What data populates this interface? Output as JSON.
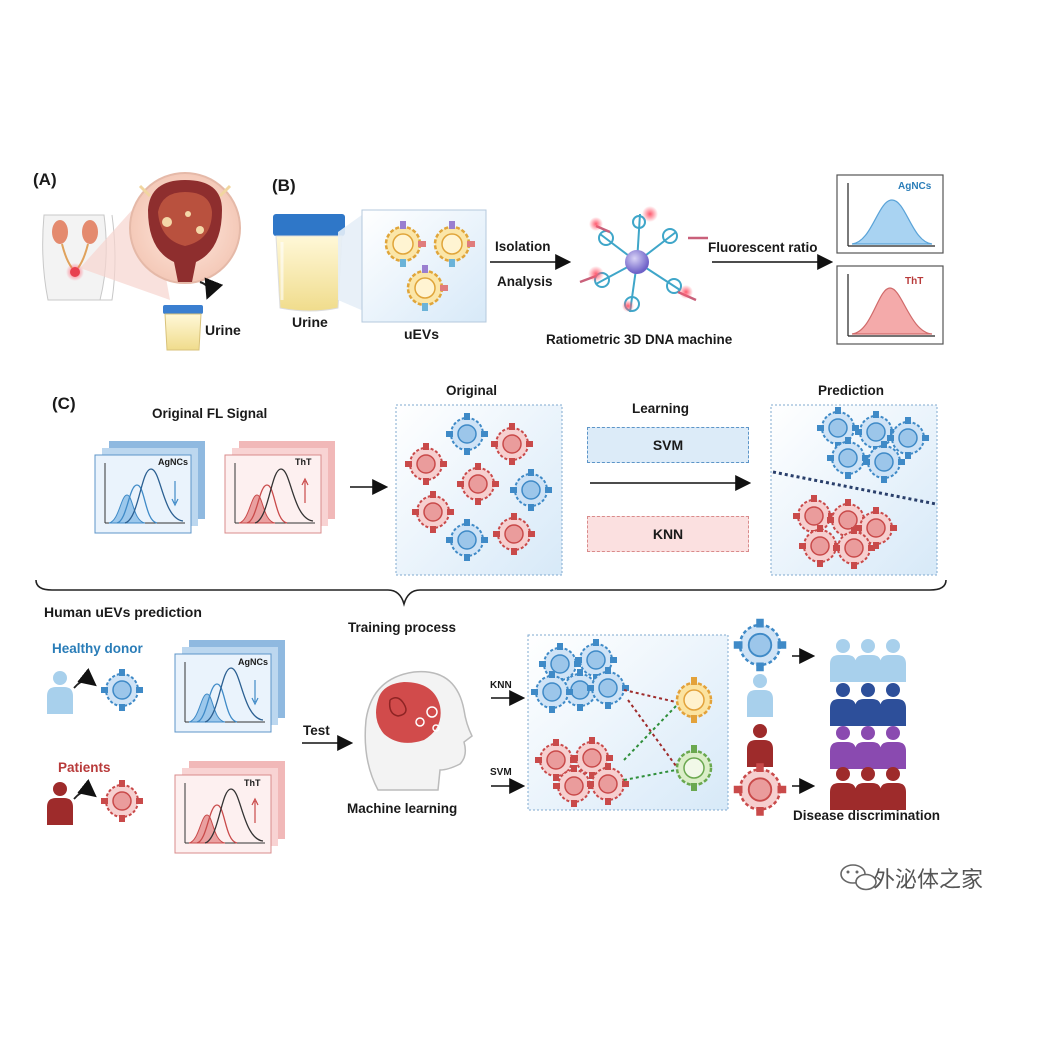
{
  "panels": {
    "a": "(A)",
    "b": "(B)",
    "c": "(C)"
  },
  "panel_a": {
    "urine": "Urine"
  },
  "panel_b": {
    "urine": "Urine",
    "uevs": "uEVs",
    "isolation": "Isolation",
    "analysis": "Analysis",
    "machine": "Ratiometric 3D DNA machine",
    "fluorescent_ratio": "Fluorescent ratio",
    "agncs": "AgNCs",
    "tht": "ThT"
  },
  "panel_c": {
    "original_fl_signal": "Original FL Signal",
    "agncs": "AgNCs",
    "tht": "ThT",
    "original": "Original",
    "learning": "Learning",
    "svm": "SVM",
    "knn": "KNN",
    "prediction": "Prediction"
  },
  "bottom": {
    "human_uevs_prediction": "Human uEVs prediction",
    "training_process": "Training process",
    "healthy_donor": "Healthy donor",
    "patients": "Patients",
    "agncs": "AgNCs",
    "tht": "ThT",
    "test": "Test",
    "machine_learning": "Machine learning",
    "knn": "KNN",
    "svm": "SVM",
    "disease_discrimination": "Disease discrimination"
  },
  "watermark": "外泌体之家",
  "colors": {
    "blue": "#2a7db8",
    "red": "#c23b3b",
    "panel_bg": "#e3f0fb",
    "pink_bg": "#fbe4e4"
  },
  "icons": [
    "urinary-system-icon",
    "bladder-icon",
    "urine-cup-icon",
    "vesicle-icon",
    "dna-machine-icon",
    "spectrum-icon",
    "brain-head-icon",
    "person-icon",
    "wechat-icon"
  ]
}
